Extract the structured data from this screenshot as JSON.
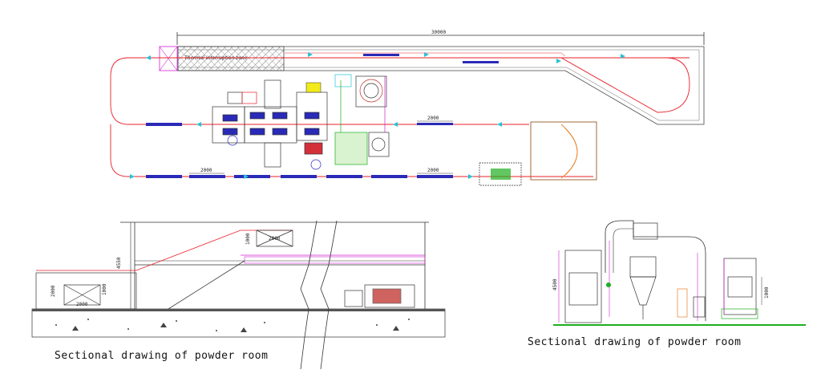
{
  "plan": {
    "total_length_label": "30000",
    "zone_label": "Thermal interruption zone",
    "segment_labels": [
      "2000",
      "2000",
      "2000"
    ]
  },
  "section_left": {
    "caption": "Sectional drawing of powder room",
    "dims": {
      "height_main": "4550",
      "height_low": "2000",
      "height_box": "1000",
      "width_box": "2000",
      "box_label": "1000",
      "box_label_2": "2000"
    }
  },
  "section_right": {
    "caption": "Sectional drawing of powder room",
    "dims": {
      "height_left": "4500",
      "height_right": "1000"
    }
  },
  "colors": {
    "conveyor": "#e8202a",
    "structure": "#333333",
    "hanger": "#2a2ab8",
    "arrow": "#27c2d4",
    "magenta": "#d020d0",
    "green": "#1fae1f",
    "yellow": "#f2ea1a",
    "orange": "#e98028"
  }
}
